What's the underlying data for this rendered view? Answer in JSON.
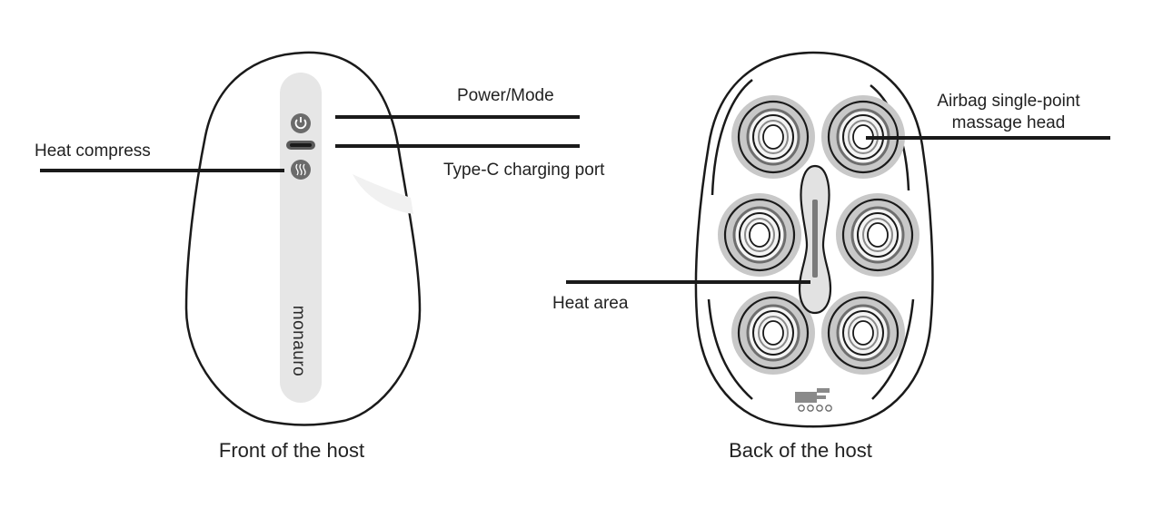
{
  "front": {
    "caption": "Front of the host",
    "brand": "monauro",
    "labels": {
      "power_mode": "Power/Mode",
      "type_c": "Type-C charging port",
      "heat_compress": "Heat compress"
    },
    "icons": [
      "power-icon",
      "usb-c-port-icon",
      "heat-icon"
    ]
  },
  "back": {
    "caption": "Back of the host",
    "labels": {
      "airbag_line1": "Airbag single-point",
      "airbag_line2": "massage head",
      "heat_area": "Heat area"
    },
    "massage_head_count": 6
  },
  "colors": {
    "outline": "#1a1a1a",
    "panel": "#e6e6e6",
    "button": "#6b6b6b",
    "head_ring": "#c8c8c8"
  }
}
